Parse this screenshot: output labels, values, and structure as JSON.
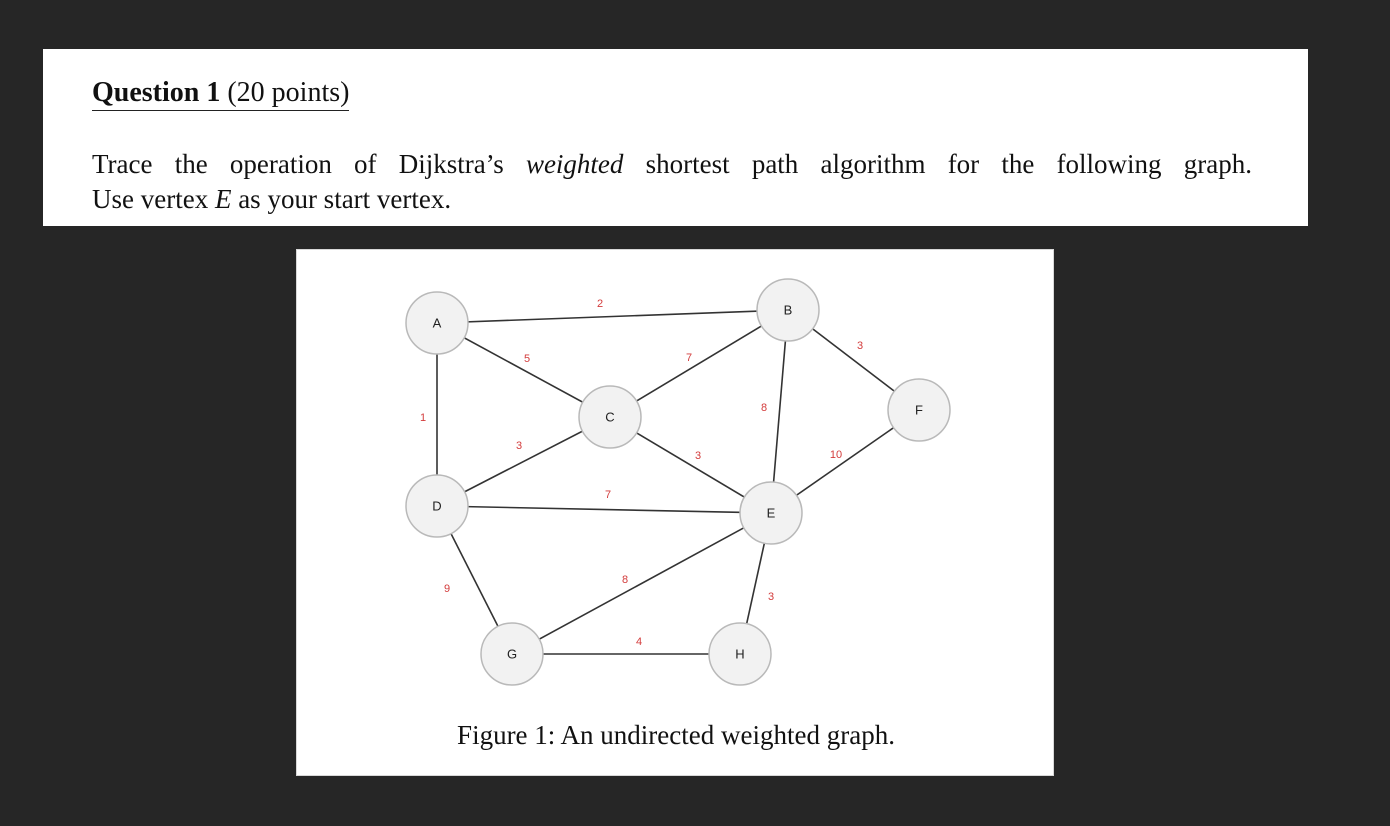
{
  "question": {
    "title": "Question 1",
    "points": "(20 points)",
    "text_line1_a": "Trace the operation of Dijkstra’s",
    "text_line1_emph": "weighted",
    "text_line1_b": "shortest path algorithm for the following graph.",
    "text_line2_a": "Use vertex",
    "text_line2_var": "E",
    "text_line2_b": "as your start vertex."
  },
  "figure": {
    "caption": "Figure 1: An undirected weighted graph.",
    "vertices": [
      "A",
      "B",
      "C",
      "D",
      "E",
      "F",
      "G",
      "H"
    ],
    "edges": [
      {
        "from": "A",
        "to": "B",
        "weight": "2"
      },
      {
        "from": "A",
        "to": "C",
        "weight": "5"
      },
      {
        "from": "A",
        "to": "D",
        "weight": "1"
      },
      {
        "from": "C",
        "to": "B",
        "weight": "7"
      },
      {
        "from": "D",
        "to": "C",
        "weight": "3"
      },
      {
        "from": "C",
        "to": "E",
        "weight": "3"
      },
      {
        "from": "B",
        "to": "E",
        "weight": "8"
      },
      {
        "from": "B",
        "to": "F",
        "weight": "3"
      },
      {
        "from": "E",
        "to": "F",
        "weight": "10"
      },
      {
        "from": "D",
        "to": "E",
        "weight": "7"
      },
      {
        "from": "D",
        "to": "G",
        "weight": "9"
      },
      {
        "from": "G",
        "to": "E",
        "weight": "8"
      },
      {
        "from": "G",
        "to": "H",
        "weight": "4"
      },
      {
        "from": "E",
        "to": "H",
        "weight": "3"
      }
    ],
    "colors": {
      "weight": "#d33b3b",
      "vertex_fill": "#f2f2f2",
      "edge": "#333333"
    }
  }
}
